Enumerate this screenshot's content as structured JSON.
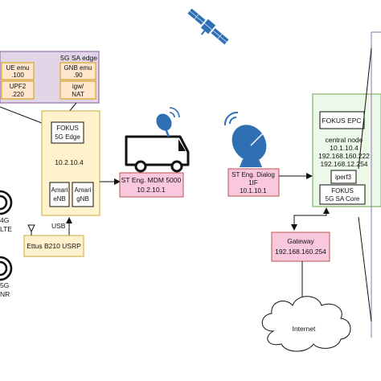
{
  "edge_cluster": {
    "title": "5G SA edge",
    "ue_emu": {
      "line1": "UE emu",
      "line2": ".100"
    },
    "gnb_emu": {
      "line1": "GNB emu",
      "line2": ".90"
    },
    "upf2": {
      "line1": "UPF2",
      "line2": ".220"
    },
    "igw_nat": {
      "line1": "igw/",
      "line2": "NAT"
    }
  },
  "edge_node": {
    "fokus": {
      "line1": "FOKUS",
      "line2": "5G Edge"
    },
    "ip": "10.2.10.4",
    "amari_enb": {
      "line1": "Amari",
      "line2": "eNB"
    },
    "amari_gnb": {
      "line1": "Amari",
      "line2": "gNB"
    }
  },
  "usb_label": "USB",
  "usrp": "Ettus B210 USRP",
  "radios": {
    "lte": {
      "line1": "4G",
      "line2": "LTE"
    },
    "nr": {
      "line1": "5G",
      "line2": "NR"
    }
  },
  "truck_modem": {
    "line1": "ST Eng. MDM 5000",
    "line2": "10.2.10.1"
  },
  "dish_modem": {
    "line1": "ST Eng. Dialog",
    "line2": "1IF",
    "line3": "10.1.10.1"
  },
  "central": {
    "epc": "FOKUS EPC",
    "node_title": "central node",
    "ips": [
      "10.1.10.4",
      "192.168.160.222",
      "192.168.12.254"
    ],
    "iperf": "iperf3",
    "core": {
      "line1": "FOKUS",
      "line2": "5G SA Core"
    }
  },
  "gateway": {
    "line1": "Gateway",
    "line2": "192.168.160.254"
  },
  "internet": "Internet",
  "colors": {
    "yellow_fill": "#fff2cc",
    "yellow_stroke": "#d6b656",
    "orange_fill": "#ffe6cc",
    "orange_stroke": "#d79b00",
    "purple_fill": "#e1d5e7",
    "purple_stroke": "#9673a6",
    "pink_fill": "#f9c8dc",
    "pink_stroke": "#b85450",
    "green_fill": "#ecf8e8",
    "green_stroke": "#82b366",
    "satellite": "#2f6fb3"
  }
}
